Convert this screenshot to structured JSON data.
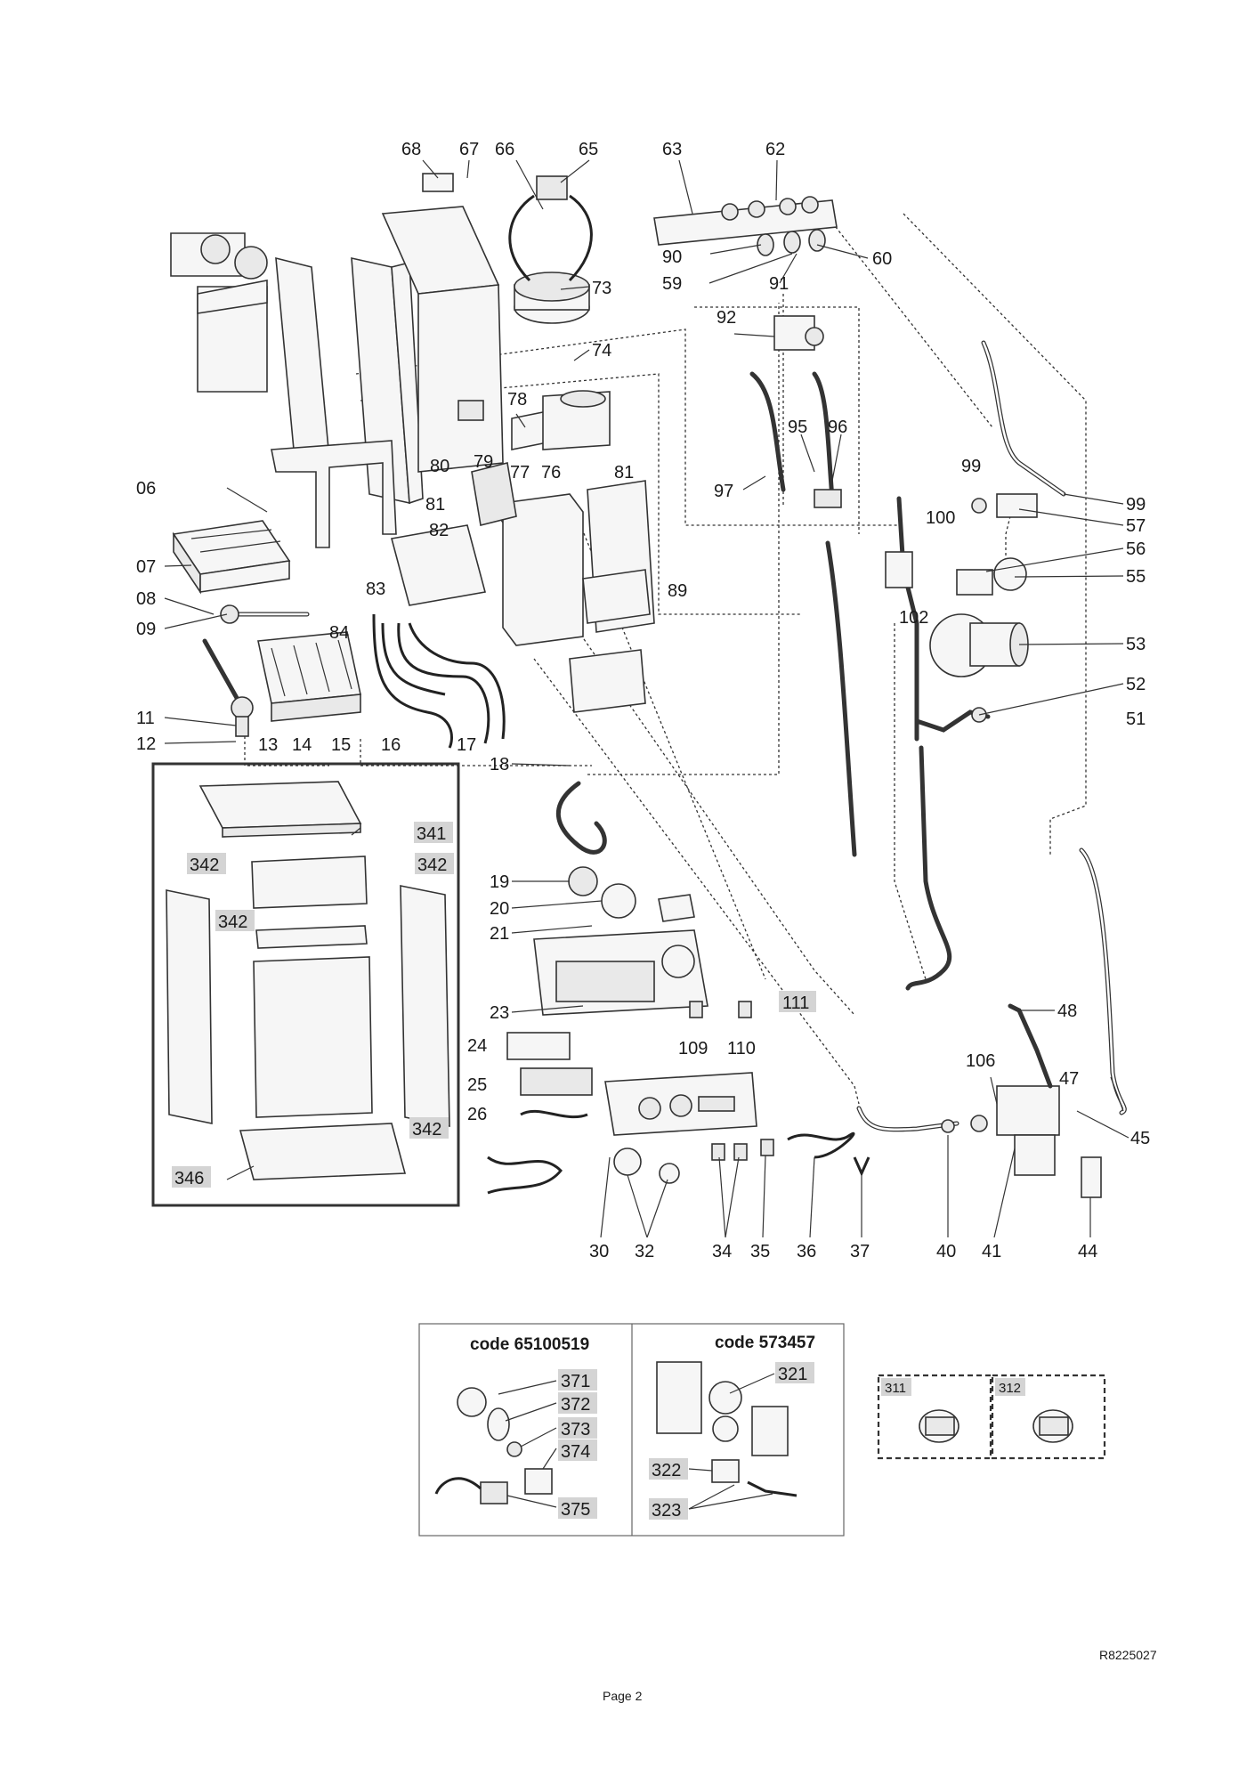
{
  "callouts": {
    "c68": "68",
    "c67": "67",
    "c66": "66",
    "c65": "65",
    "c63": "63",
    "c62": "62",
    "c90": "90",
    "c60": "60",
    "c59": "59",
    "c91": "91",
    "c73": "73",
    "c92": "92",
    "c74": "74",
    "c78": "78",
    "c95": "95",
    "c96": "96",
    "c79": "79",
    "c77": "77",
    "c76": "76",
    "c81a": "81",
    "c81b": "81",
    "c80": "80",
    "c99a": "99",
    "c99b": "99",
    "c57": "57",
    "c100": "100",
    "c56": "56",
    "c55": "55",
    "c97": "97",
    "c06": "06",
    "c07": "07",
    "c08": "08",
    "c09": "09",
    "c82": "82",
    "c83": "83",
    "c84": "84",
    "c89": "89",
    "c102": "102",
    "c53": "53",
    "c52": "52",
    "c51": "51",
    "c11": "11",
    "c12": "12",
    "c13": "13",
    "c14": "14",
    "c15": "15",
    "c16": "16",
    "c17": "17",
    "c18": "18",
    "c19": "19",
    "c20": "20",
    "c21": "21",
    "c23": "23",
    "c109": "109",
    "c110": "110",
    "c111": "111",
    "c48": "48",
    "c24": "24",
    "c25": "25",
    "c26": "26",
    "c106": "106",
    "c47": "47",
    "c45": "45",
    "c30": "30",
    "c32": "32",
    "c34": "34",
    "c35": "35",
    "c36": "36",
    "c37": "37",
    "c40": "40",
    "c41": "41",
    "c44": "44",
    "c341": "341",
    "c342a": "342",
    "c342b": "342",
    "c342c": "342",
    "c342d": "342",
    "c346": "346"
  },
  "kits": {
    "left": {
      "code": "code 65100519",
      "items": [
        "371",
        "372",
        "373",
        "374",
        "375"
      ]
    },
    "right": {
      "code": "code 573457",
      "items": [
        "321",
        "322",
        "323"
      ]
    }
  },
  "options": [
    "311",
    "312"
  ],
  "reference": "R8225027",
  "footer": {
    "page": "Page 2"
  }
}
